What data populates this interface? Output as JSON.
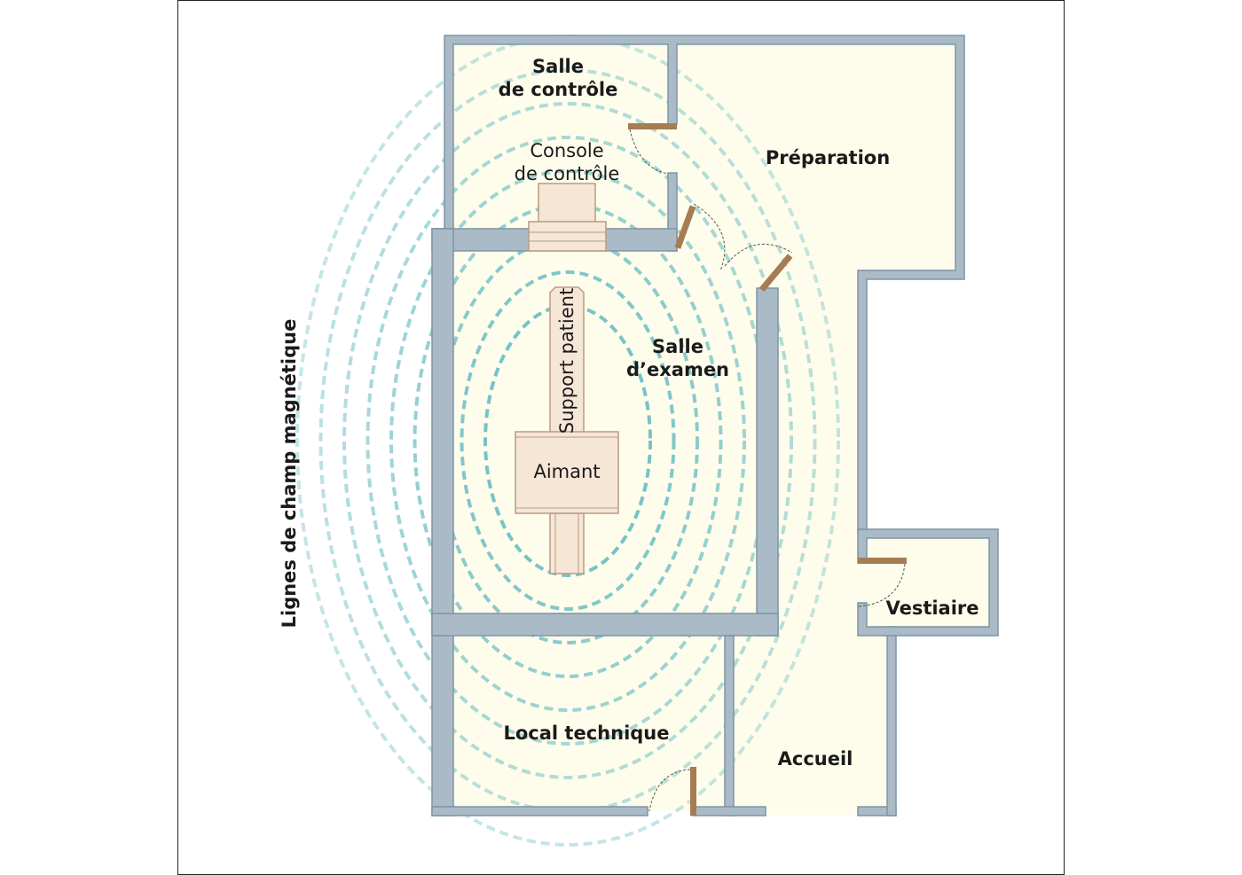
{
  "rooms": {
    "control_room": [
      "Salle",
      "de contrôle"
    ],
    "preparation": "Préparation",
    "exam_room": [
      "Salle",
      "d’examen"
    ],
    "vestiaire": "Vestiaire",
    "local_technique": "Local technique",
    "accueil": "Accueil"
  },
  "objects": {
    "console": [
      "Console",
      "de contrôle"
    ],
    "patient_support": "Support patient",
    "magnet": "Aimant"
  },
  "field_lines_label": "Lignes de champ magnétique",
  "colors": {
    "wall": "#aabbc7",
    "floor": "#fefdec",
    "field": "#5fb8bf",
    "door": "#a67c52"
  }
}
